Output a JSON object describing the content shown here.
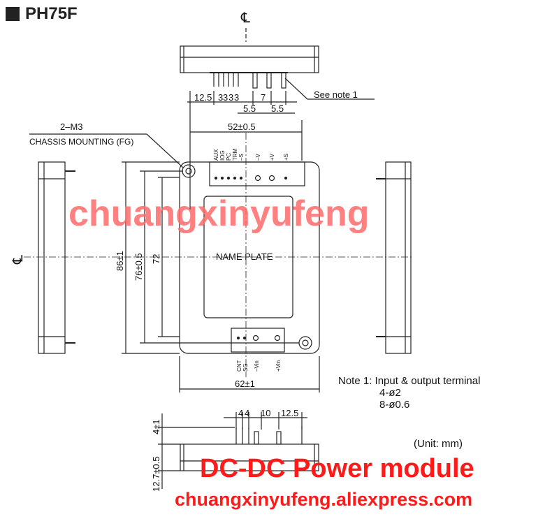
{
  "header": {
    "title": "PH75F"
  },
  "centerline_symbol": "℄",
  "top_view": {
    "dims": [
      "12.5",
      "3",
      "3",
      "3",
      "3",
      "7",
      "5.5",
      "5.5"
    ],
    "see_note": "See note 1"
  },
  "main_view": {
    "mount_label": "2–M3",
    "mount_desc": "CHASSIS MOUNTING (FG)",
    "width_top": "52±0.5",
    "width_overall": "62±1",
    "height_overall": "86±1",
    "height_mount": "76±0.5",
    "height_inner": "72",
    "name_plate": "NAME PLATE",
    "top_pins": [
      "AUX",
      "IOG",
      "PC",
      "TRM",
      "–S",
      "–V",
      "+V",
      "+S"
    ],
    "bottom_pins": [
      "CNT",
      "SG",
      "–Vin",
      "+Vin"
    ]
  },
  "bottom_view": {
    "dims": [
      "4",
      "4",
      "10",
      "12.5"
    ],
    "height_pin": "4±1",
    "height_body": "12.7±0.5"
  },
  "note": {
    "line1": "Note 1: Input & output terminal",
    "line2": "4-ø2",
    "line3": "8-ø0.6"
  },
  "unit": "(Unit: mm)",
  "watermark": "chuangxinyufeng",
  "footer": {
    "title": "DC-DC Power module",
    "url": "chuangxinyufeng.aliexpress.com"
  }
}
